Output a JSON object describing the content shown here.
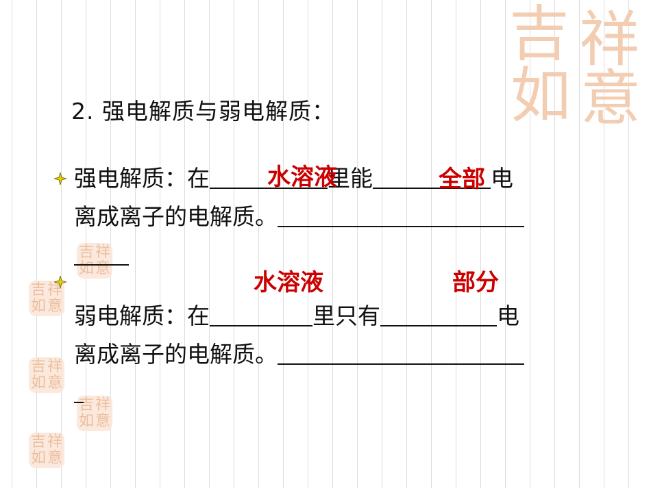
{
  "decoration": {
    "big_seal_glyphs": [
      "吉",
      "祥",
      "如",
      "意"
    ],
    "small_seal_glyphs": [
      "吉",
      "祥",
      "如",
      "意"
    ],
    "bullet_icon": "four-point-star-icon"
  },
  "slide": {
    "title": "2. 强电解质与弱电解质：",
    "strong": {
      "line1_prefix": "强电解质：在",
      "line1_mid": "里能",
      "line1_suffix": "电",
      "line2": "离成离子的电解质。",
      "answer1": "水溶液",
      "answer2": "全部"
    },
    "weak": {
      "line1_prefix": "弱电解质：在",
      "line1_mid": "里只有",
      "line1_suffix": "电",
      "line2": "离成离子的电解质。",
      "answer1": "水溶液",
      "answer2": "部分"
    }
  },
  "colors": {
    "answer": "#cc0000",
    "text": "#111111",
    "seal": "#e9b58f"
  }
}
